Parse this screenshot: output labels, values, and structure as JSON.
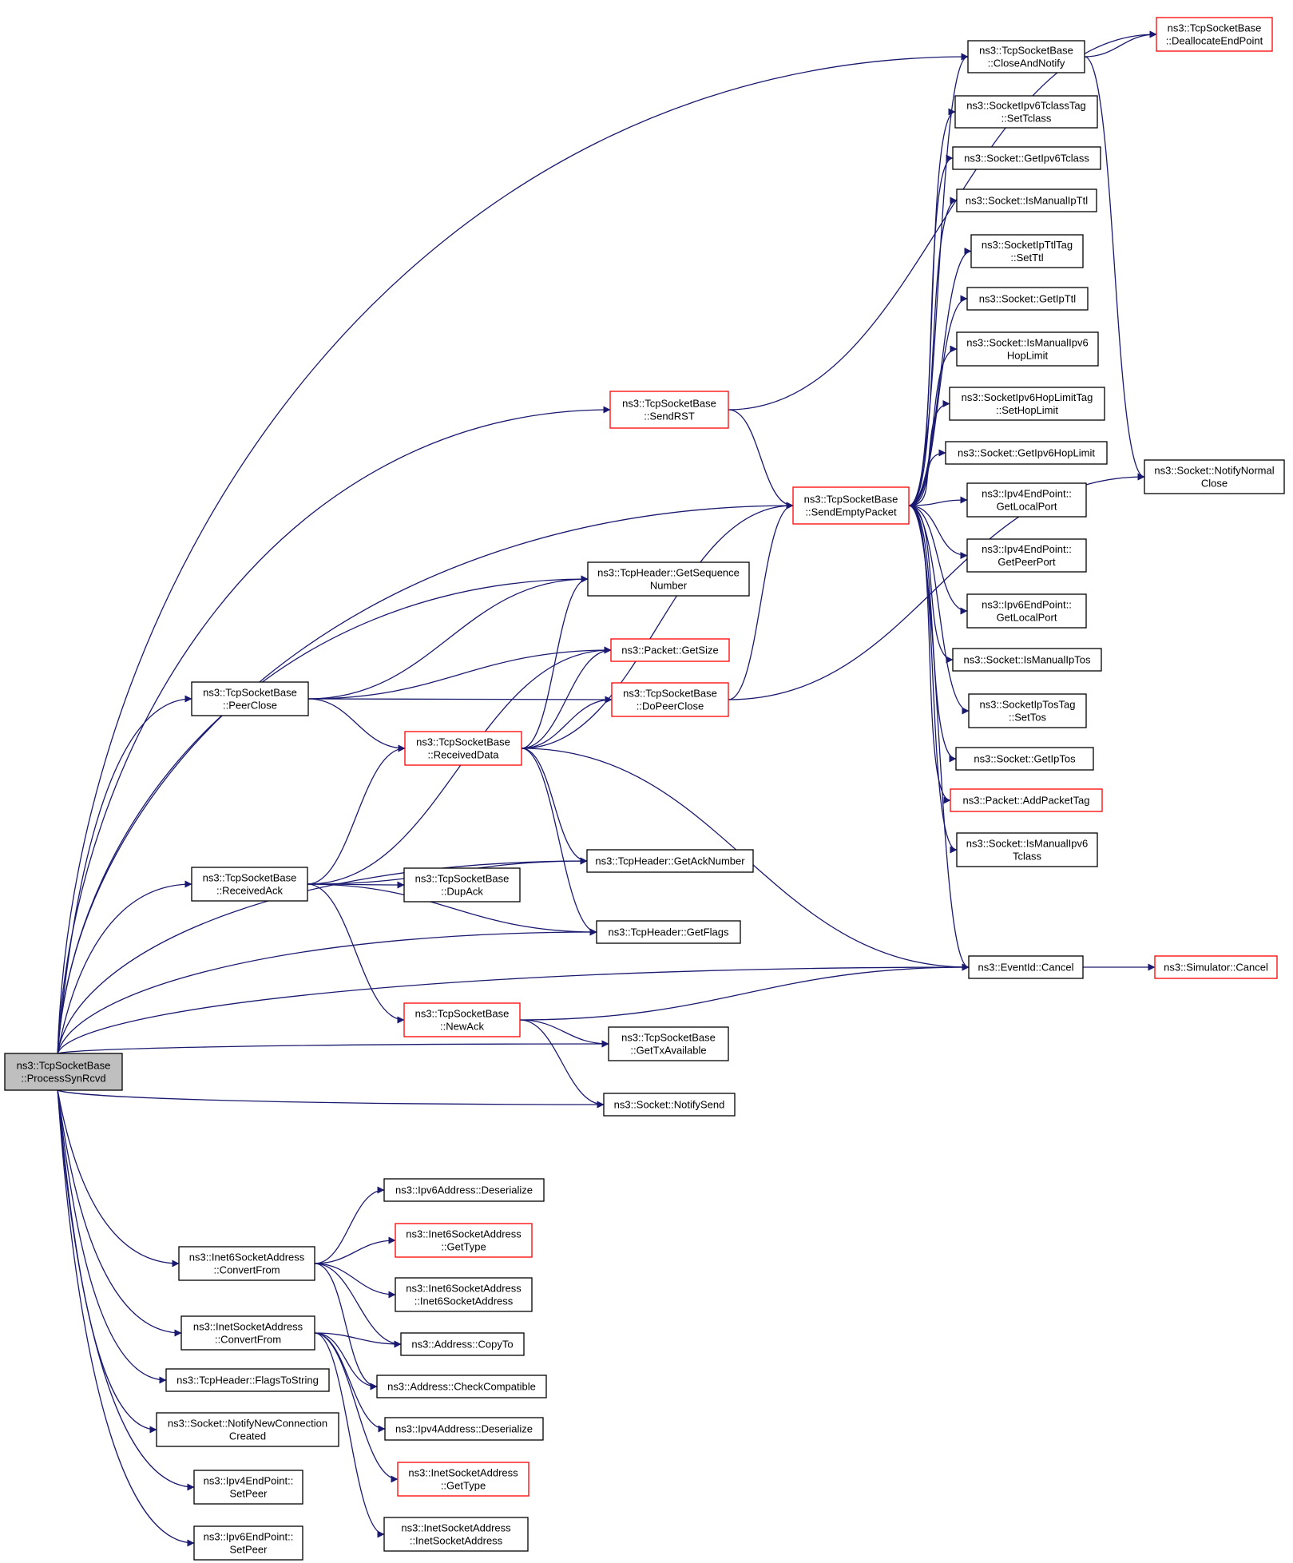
{
  "colors": {
    "edge": "#191970",
    "node_border": "#000000",
    "node_border_truncated": "#ff0000",
    "root_fill": "#bfbfbf",
    "node_fill": "#ffffff"
  },
  "nodes": [
    {
      "id": "root",
      "lines": [
        "ns3::TcpSocketBase",
        "::ProcessSynRcvd"
      ],
      "style": "root"
    },
    {
      "id": "sendrst",
      "lines": [
        "ns3::TcpSocketBase",
        "::SendRST"
      ],
      "style": "red"
    },
    {
      "id": "sendempty",
      "lines": [
        "ns3::TcpSocketBase",
        "::SendEmptyPacket"
      ],
      "style": "red"
    },
    {
      "id": "closenotify",
      "lines": [
        "ns3::TcpSocketBase",
        "::CloseAndNotify"
      ],
      "style": "normal"
    },
    {
      "id": "dealloc",
      "lines": [
        "ns3::TcpSocketBase",
        "::DeallocateEndPoint"
      ],
      "style": "red"
    },
    {
      "id": "settclass",
      "lines": [
        "ns3::SocketIpv6TclassTag",
        "::SetTclass"
      ],
      "style": "normal"
    },
    {
      "id": "getipv6tclass",
      "lines": [
        "ns3::Socket::GetIpv6Tclass"
      ],
      "style": "normal"
    },
    {
      "id": "ismanualipttl",
      "lines": [
        "ns3::Socket::IsManualIpTtl"
      ],
      "style": "normal"
    },
    {
      "id": "setttl",
      "lines": [
        "ns3::SocketIpTtlTag",
        "::SetTtl"
      ],
      "style": "normal"
    },
    {
      "id": "getipttl",
      "lines": [
        "ns3::Socket::GetIpTtl"
      ],
      "style": "normal"
    },
    {
      "id": "ismanualhop",
      "lines": [
        "ns3::Socket::IsManualIpv6",
        "HopLimit"
      ],
      "style": "normal"
    },
    {
      "id": "sethoplimit",
      "lines": [
        "ns3::SocketIpv6HopLimitTag",
        "::SetHopLimit"
      ],
      "style": "normal"
    },
    {
      "id": "gethoplimit",
      "lines": [
        "ns3::Socket::GetIpv6HopLimit"
      ],
      "style": "normal"
    },
    {
      "id": "ipv4local",
      "lines": [
        "ns3::Ipv4EndPoint::",
        "GetLocalPort"
      ],
      "style": "normal"
    },
    {
      "id": "ipv4peer",
      "lines": [
        "ns3::Ipv4EndPoint::",
        "GetPeerPort"
      ],
      "style": "normal"
    },
    {
      "id": "ipv6local",
      "lines": [
        "ns3::Ipv6EndPoint::",
        "GetLocalPort"
      ],
      "style": "normal"
    },
    {
      "id": "ismanualtos",
      "lines": [
        "ns3::Socket::IsManualIpTos"
      ],
      "style": "normal"
    },
    {
      "id": "settos",
      "lines": [
        "ns3::SocketIpTosTag",
        "::SetTos"
      ],
      "style": "normal"
    },
    {
      "id": "getiptos",
      "lines": [
        "ns3::Socket::GetIpTos"
      ],
      "style": "normal"
    },
    {
      "id": "addpackettag",
      "lines": [
        "ns3::Packet::AddPacketTag"
      ],
      "style": "red"
    },
    {
      "id": "ismanualtclass",
      "lines": [
        "ns3::Socket::IsManualIpv6",
        "Tclass"
      ],
      "style": "normal"
    },
    {
      "id": "notifynormal",
      "lines": [
        "ns3::Socket::NotifyNormal",
        "Close"
      ],
      "style": "normal"
    },
    {
      "id": "getseq",
      "lines": [
        "ns3::TcpHeader::GetSequence",
        "Number"
      ],
      "style": "normal"
    },
    {
      "id": "peerclose",
      "lines": [
        "ns3::TcpSocketBase",
        "::PeerClose"
      ],
      "style": "normal"
    },
    {
      "id": "getsize",
      "lines": [
        "ns3::Packet::GetSize"
      ],
      "style": "red"
    },
    {
      "id": "dopeerclose",
      "lines": [
        "ns3::TcpSocketBase",
        "::DoPeerClose"
      ],
      "style": "red"
    },
    {
      "id": "receiveddata",
      "lines": [
        "ns3::TcpSocketBase",
        "::ReceivedData"
      ],
      "style": "red"
    },
    {
      "id": "receivedack",
      "lines": [
        "ns3::TcpSocketBase",
        "::ReceivedAck"
      ],
      "style": "normal"
    },
    {
      "id": "getacknum",
      "lines": [
        "ns3::TcpHeader::GetAckNumber"
      ],
      "style": "normal"
    },
    {
      "id": "dupack",
      "lines": [
        "ns3::TcpSocketBase",
        "::DupAck"
      ],
      "style": "normal"
    },
    {
      "id": "getflags",
      "lines": [
        "ns3::TcpHeader::GetFlags"
      ],
      "style": "normal"
    },
    {
      "id": "cancel",
      "lines": [
        "ns3::EventId::Cancel"
      ],
      "style": "normal"
    },
    {
      "id": "simcancel",
      "lines": [
        "ns3::Simulator::Cancel"
      ],
      "style": "red"
    },
    {
      "id": "newack",
      "lines": [
        "ns3::TcpSocketBase",
        "::NewAck"
      ],
      "style": "red"
    },
    {
      "id": "gettxavail",
      "lines": [
        "ns3::TcpSocketBase",
        "::GetTxAvailable"
      ],
      "style": "normal"
    },
    {
      "id": "notifysend",
      "lines": [
        "ns3::Socket::NotifySend"
      ],
      "style": "normal"
    },
    {
      "id": "ipv6deser",
      "lines": [
        "ns3::Ipv6Address::Deserialize"
      ],
      "style": "normal"
    },
    {
      "id": "inet6convert",
      "lines": [
        "ns3::Inet6SocketAddress",
        "::ConvertFrom"
      ],
      "style": "normal"
    },
    {
      "id": "inet6gettype",
      "lines": [
        "ns3::Inet6SocketAddress",
        "::GetType"
      ],
      "style": "red"
    },
    {
      "id": "inet6ctor",
      "lines": [
        "ns3::Inet6SocketAddress",
        "::Inet6SocketAddress"
      ],
      "style": "normal"
    },
    {
      "id": "inetconvert",
      "lines": [
        "ns3::InetSocketAddress",
        "::ConvertFrom"
      ],
      "style": "normal"
    },
    {
      "id": "copyto",
      "lines": [
        "ns3::Address::CopyTo"
      ],
      "style": "normal"
    },
    {
      "id": "flagstostring",
      "lines": [
        "ns3::TcpHeader::FlagsToString"
      ],
      "style": "normal"
    },
    {
      "id": "checkcompat",
      "lines": [
        "ns3::Address::CheckCompatible"
      ],
      "style": "normal"
    },
    {
      "id": "notifynewconn",
      "lines": [
        "ns3::Socket::NotifyNewConnection",
        "Created"
      ],
      "style": "normal"
    },
    {
      "id": "ipv4deser",
      "lines": [
        "ns3::Ipv4Address::Deserialize"
      ],
      "style": "normal"
    },
    {
      "id": "ipv4setpeer",
      "lines": [
        "ns3::Ipv4EndPoint::",
        "SetPeer"
      ],
      "style": "normal"
    },
    {
      "id": "inetgettype",
      "lines": [
        "ns3::InetSocketAddress",
        "::GetType"
      ],
      "style": "red"
    },
    {
      "id": "ipv6setpeer",
      "lines": [
        "ns3::Ipv6EndPoint::",
        "SetPeer"
      ],
      "style": "normal"
    },
    {
      "id": "inetctor",
      "lines": [
        "ns3::InetSocketAddress",
        "::InetSocketAddress"
      ],
      "style": "normal"
    }
  ],
  "edges": [
    [
      "root",
      "sendrst"
    ],
    [
      "root",
      "closenotify"
    ],
    [
      "root",
      "sendempty"
    ],
    [
      "root",
      "getseq"
    ],
    [
      "root",
      "peerclose"
    ],
    [
      "root",
      "getacknum"
    ],
    [
      "root",
      "receivedack"
    ],
    [
      "root",
      "getflags"
    ],
    [
      "root",
      "gettxavail"
    ],
    [
      "root",
      "notifysend"
    ],
    [
      "root",
      "cancel"
    ],
    [
      "root",
      "inet6convert"
    ],
    [
      "root",
      "inetconvert"
    ],
    [
      "root",
      "flagstostring"
    ],
    [
      "root",
      "notifynewconn"
    ],
    [
      "root",
      "ipv4setpeer"
    ],
    [
      "root",
      "ipv6setpeer"
    ],
    [
      "sendrst",
      "dealloc"
    ],
    [
      "sendrst",
      "sendempty"
    ],
    [
      "closenotify",
      "dealloc"
    ],
    [
      "closenotify",
      "notifynormal"
    ],
    [
      "sendempty",
      "closenotify"
    ],
    [
      "sendempty",
      "settclass"
    ],
    [
      "sendempty",
      "getipv6tclass"
    ],
    [
      "sendempty",
      "ismanualipttl"
    ],
    [
      "sendempty",
      "setttl"
    ],
    [
      "sendempty",
      "getipttl"
    ],
    [
      "sendempty",
      "ismanualhop"
    ],
    [
      "sendempty",
      "sethoplimit"
    ],
    [
      "sendempty",
      "gethoplimit"
    ],
    [
      "sendempty",
      "ipv4local"
    ],
    [
      "sendempty",
      "ipv4peer"
    ],
    [
      "sendempty",
      "ipv6local"
    ],
    [
      "sendempty",
      "ismanualtos"
    ],
    [
      "sendempty",
      "settos"
    ],
    [
      "sendempty",
      "getiptos"
    ],
    [
      "sendempty",
      "addpackettag"
    ],
    [
      "sendempty",
      "ismanualtclass"
    ],
    [
      "sendempty",
      "cancel"
    ],
    [
      "peerclose",
      "getseq"
    ],
    [
      "peerclose",
      "getsize"
    ],
    [
      "peerclose",
      "dopeerclose"
    ],
    [
      "peerclose",
      "receiveddata"
    ],
    [
      "dopeerclose",
      "sendempty"
    ],
    [
      "dopeerclose",
      "notifynormal"
    ],
    [
      "receiveddata",
      "getseq"
    ],
    [
      "receiveddata",
      "getsize"
    ],
    [
      "receiveddata",
      "dopeerclose"
    ],
    [
      "receiveddata",
      "sendempty"
    ],
    [
      "receiveddata",
      "getacknum"
    ],
    [
      "receiveddata",
      "getflags"
    ],
    [
      "receiveddata",
      "cancel"
    ],
    [
      "receivedack",
      "getsize"
    ],
    [
      "receivedack",
      "receiveddata"
    ],
    [
      "receivedack",
      "getacknum"
    ],
    [
      "receivedack",
      "dupack"
    ],
    [
      "receivedack",
      "getflags"
    ],
    [
      "receivedack",
      "newack"
    ],
    [
      "newack",
      "cancel"
    ],
    [
      "newack",
      "gettxavail"
    ],
    [
      "newack",
      "notifysend"
    ],
    [
      "cancel",
      "simcancel"
    ],
    [
      "inet6convert",
      "ipv6deser"
    ],
    [
      "inet6convert",
      "inet6gettype"
    ],
    [
      "inet6convert",
      "inet6ctor"
    ],
    [
      "inet6convert",
      "copyto"
    ],
    [
      "inet6convert",
      "checkcompat"
    ],
    [
      "inetconvert",
      "copyto"
    ],
    [
      "inetconvert",
      "checkcompat"
    ],
    [
      "inetconvert",
      "ipv4deser"
    ],
    [
      "inetconvert",
      "inetgettype"
    ],
    [
      "inetconvert",
      "inetctor"
    ]
  ]
}
